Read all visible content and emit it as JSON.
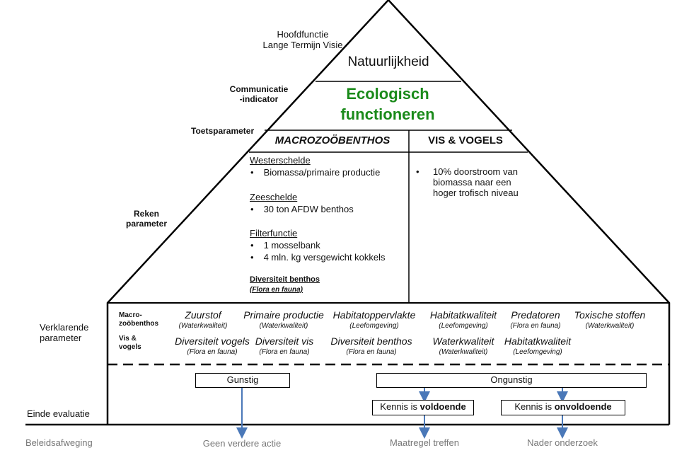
{
  "pyramid": {
    "levels": {
      "hoofdfunctie": [
        "Hoofdfunctie",
        "Lange Termijn Visie"
      ],
      "communicatie": [
        "Communicatie",
        "-indicator"
      ],
      "toets": "Toetsparameter",
      "reken": [
        "Reken",
        "parameter"
      ]
    },
    "apex_title": "Natuurlijkheid",
    "green_title": [
      "Ecologisch",
      "functioneren"
    ],
    "col_left_header": "MACROZOÖBENTHOS",
    "col_right_header": "VIS & VOGELS",
    "left_sections": [
      {
        "heading": "Westerschelde",
        "bullets": [
          "Biomassa/primaire productie"
        ]
      },
      {
        "heading": "Zeeschelde",
        "bullets": [
          "30 ton AFDW benthos"
        ]
      },
      {
        "heading": "Filterfunctie",
        "bullets": [
          "1 mosselbank",
          "4 mln. kg versgewicht kokkels"
        ]
      }
    ],
    "diversiteit": {
      "title": "Diversiteit benthos",
      "sub": "(Flora en fauna)"
    },
    "right_bullet": [
      "10% doorstroom van",
      "biomassa naar een",
      "hoger trofisch niveau"
    ],
    "bullet_char": "•"
  },
  "verklarend": {
    "label": [
      "Verklarende",
      "parameter"
    ],
    "row1_label": [
      "Macro-",
      "zoöbenthos"
    ],
    "row2_label": [
      "Vis &",
      "vogels"
    ],
    "row1": [
      {
        "name": "Zuurstof",
        "sub": "(Waterkwaliteit)"
      },
      {
        "name": "Primaire productie",
        "sub": "(Waterkwaliteit)"
      },
      {
        "name": "Habitatoppervlakte",
        "sub": "(Leefomgeving)"
      },
      {
        "name": "Habitatkwaliteit",
        "sub": "(Leefomgeving)"
      },
      {
        "name": "Predatoren",
        "sub": "(Flora en fauna)"
      },
      {
        "name": "Toxische stoffen",
        "sub": "(Waterkwaliteit)"
      }
    ],
    "row2": [
      {
        "name": "Diversiteit vogels",
        "sub": "(Flora en fauna)"
      },
      {
        "name": "Diversiteit vis",
        "sub": "(Flora en fauna)"
      },
      {
        "name": "Diversiteit benthos",
        "sub": "(Flora en fauna)"
      },
      {
        "name": "Waterkwaliteit",
        "sub": "(Waterkwaliteit)"
      },
      {
        "name": "Habitatkwaliteit",
        "sub": "(Leefomgeving)"
      }
    ]
  },
  "evaluatie": {
    "label": "Einde evaluatie",
    "gunstig": "Gunstig",
    "ongunstig": "Ongunstig",
    "kennis_prefix": "Kennis is ",
    "voldoende": "voldoende",
    "onvoldoende": "onvoldoende"
  },
  "beleid": {
    "label": "Beleidsafweging",
    "geen": "Geen verdere actie",
    "maatregel": "Maatregel treffen",
    "nader": "Nader onderzoek"
  },
  "colors": {
    "green": "#1a8a1a",
    "arrow": "#4a78b8",
    "gray_text": "#777777"
  }
}
